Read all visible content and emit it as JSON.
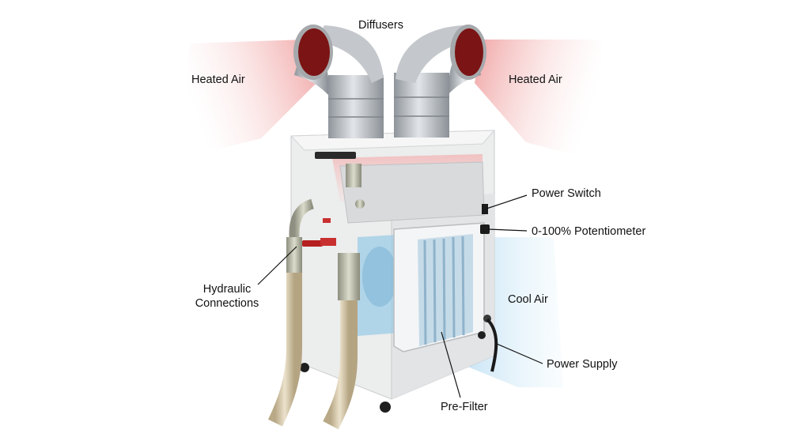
{
  "labels": {
    "diffusers": "Diffusers",
    "heated_air_left": "Heated Air",
    "heated_air_right": "Heated Air",
    "power_switch": "Power Switch",
    "potentiometer": "0-100% Potentiometer",
    "hydraulic_line1": "Hydraulic",
    "hydraulic_line2": "Connections",
    "cool_air": "Cool Air",
    "power_supply": "Power Supply",
    "pre_filter": "Pre-Filter"
  },
  "colors": {
    "heated_air": "#f0a0a0",
    "cool_air": "#a8d4ee",
    "cabinet": "#eeeeee",
    "duct_metal": "#b8bcc0",
    "duct_interior": "#8a1c1c",
    "hose": "#d6c9ae",
    "leader_line": "#111111"
  }
}
